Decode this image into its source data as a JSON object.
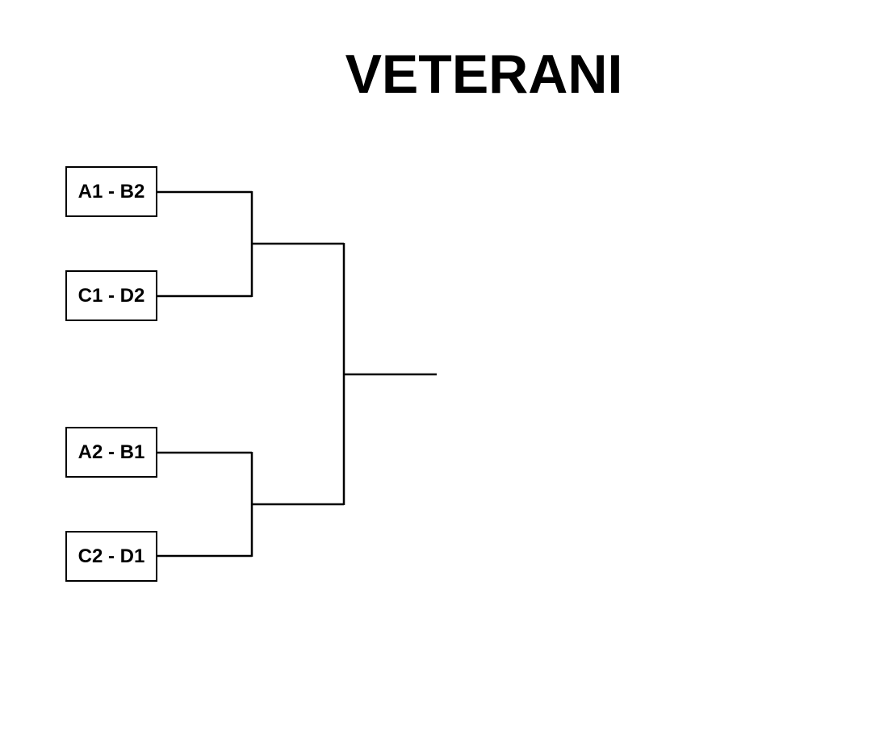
{
  "title": "VETERANI",
  "matches": [
    "A1 - B2",
    "C1 - D2",
    "A2 - B1",
    "C2 - D1"
  ]
}
